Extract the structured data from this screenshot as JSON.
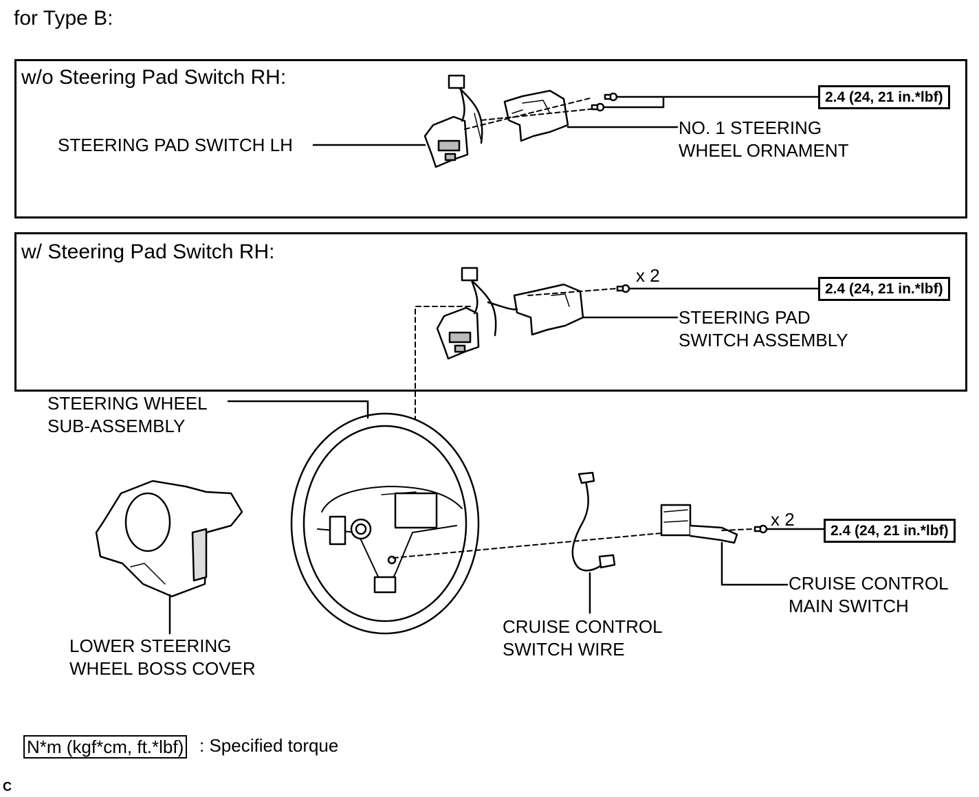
{
  "title": "for Type B:",
  "panel_top": {
    "heading": "w/o Steering Pad Switch RH:",
    "torque": "2.4 (24, 21 in.*lbf)",
    "label_lh_switch": "STEERING PAD SWITCH LH",
    "label_ornament_line1": "NO. 1 STEERING",
    "label_ornament_line2": "WHEEL ORNAMENT"
  },
  "panel_mid": {
    "heading": "w/ Steering Pad Switch RH:",
    "qty": "x 2",
    "torque": "2.4 (24, 21 in.*lbf)",
    "label_assembly_line1": "STEERING PAD",
    "label_assembly_line2": "SWITCH ASSEMBLY"
  },
  "lower": {
    "label_wheel_line1": "STEERING WHEEL",
    "label_wheel_line2": "SUB-ASSEMBLY",
    "label_boss_line1": "LOWER STEERING",
    "label_boss_line2": "WHEEL BOSS COVER",
    "label_wire_line1": "CRUISE CONTROL",
    "label_wire_line2": "SWITCH WIRE",
    "label_main_line1": "CRUISE CONTROL",
    "label_main_line2": "MAIN SWITCH",
    "qty": "x 2",
    "torque": "2.4 (24, 21 in.*lbf)"
  },
  "legend": {
    "unit_box": "N*m (kgf*cm, ft.*lbf)",
    "text": ": Specified torque"
  },
  "corner_code": "C"
}
